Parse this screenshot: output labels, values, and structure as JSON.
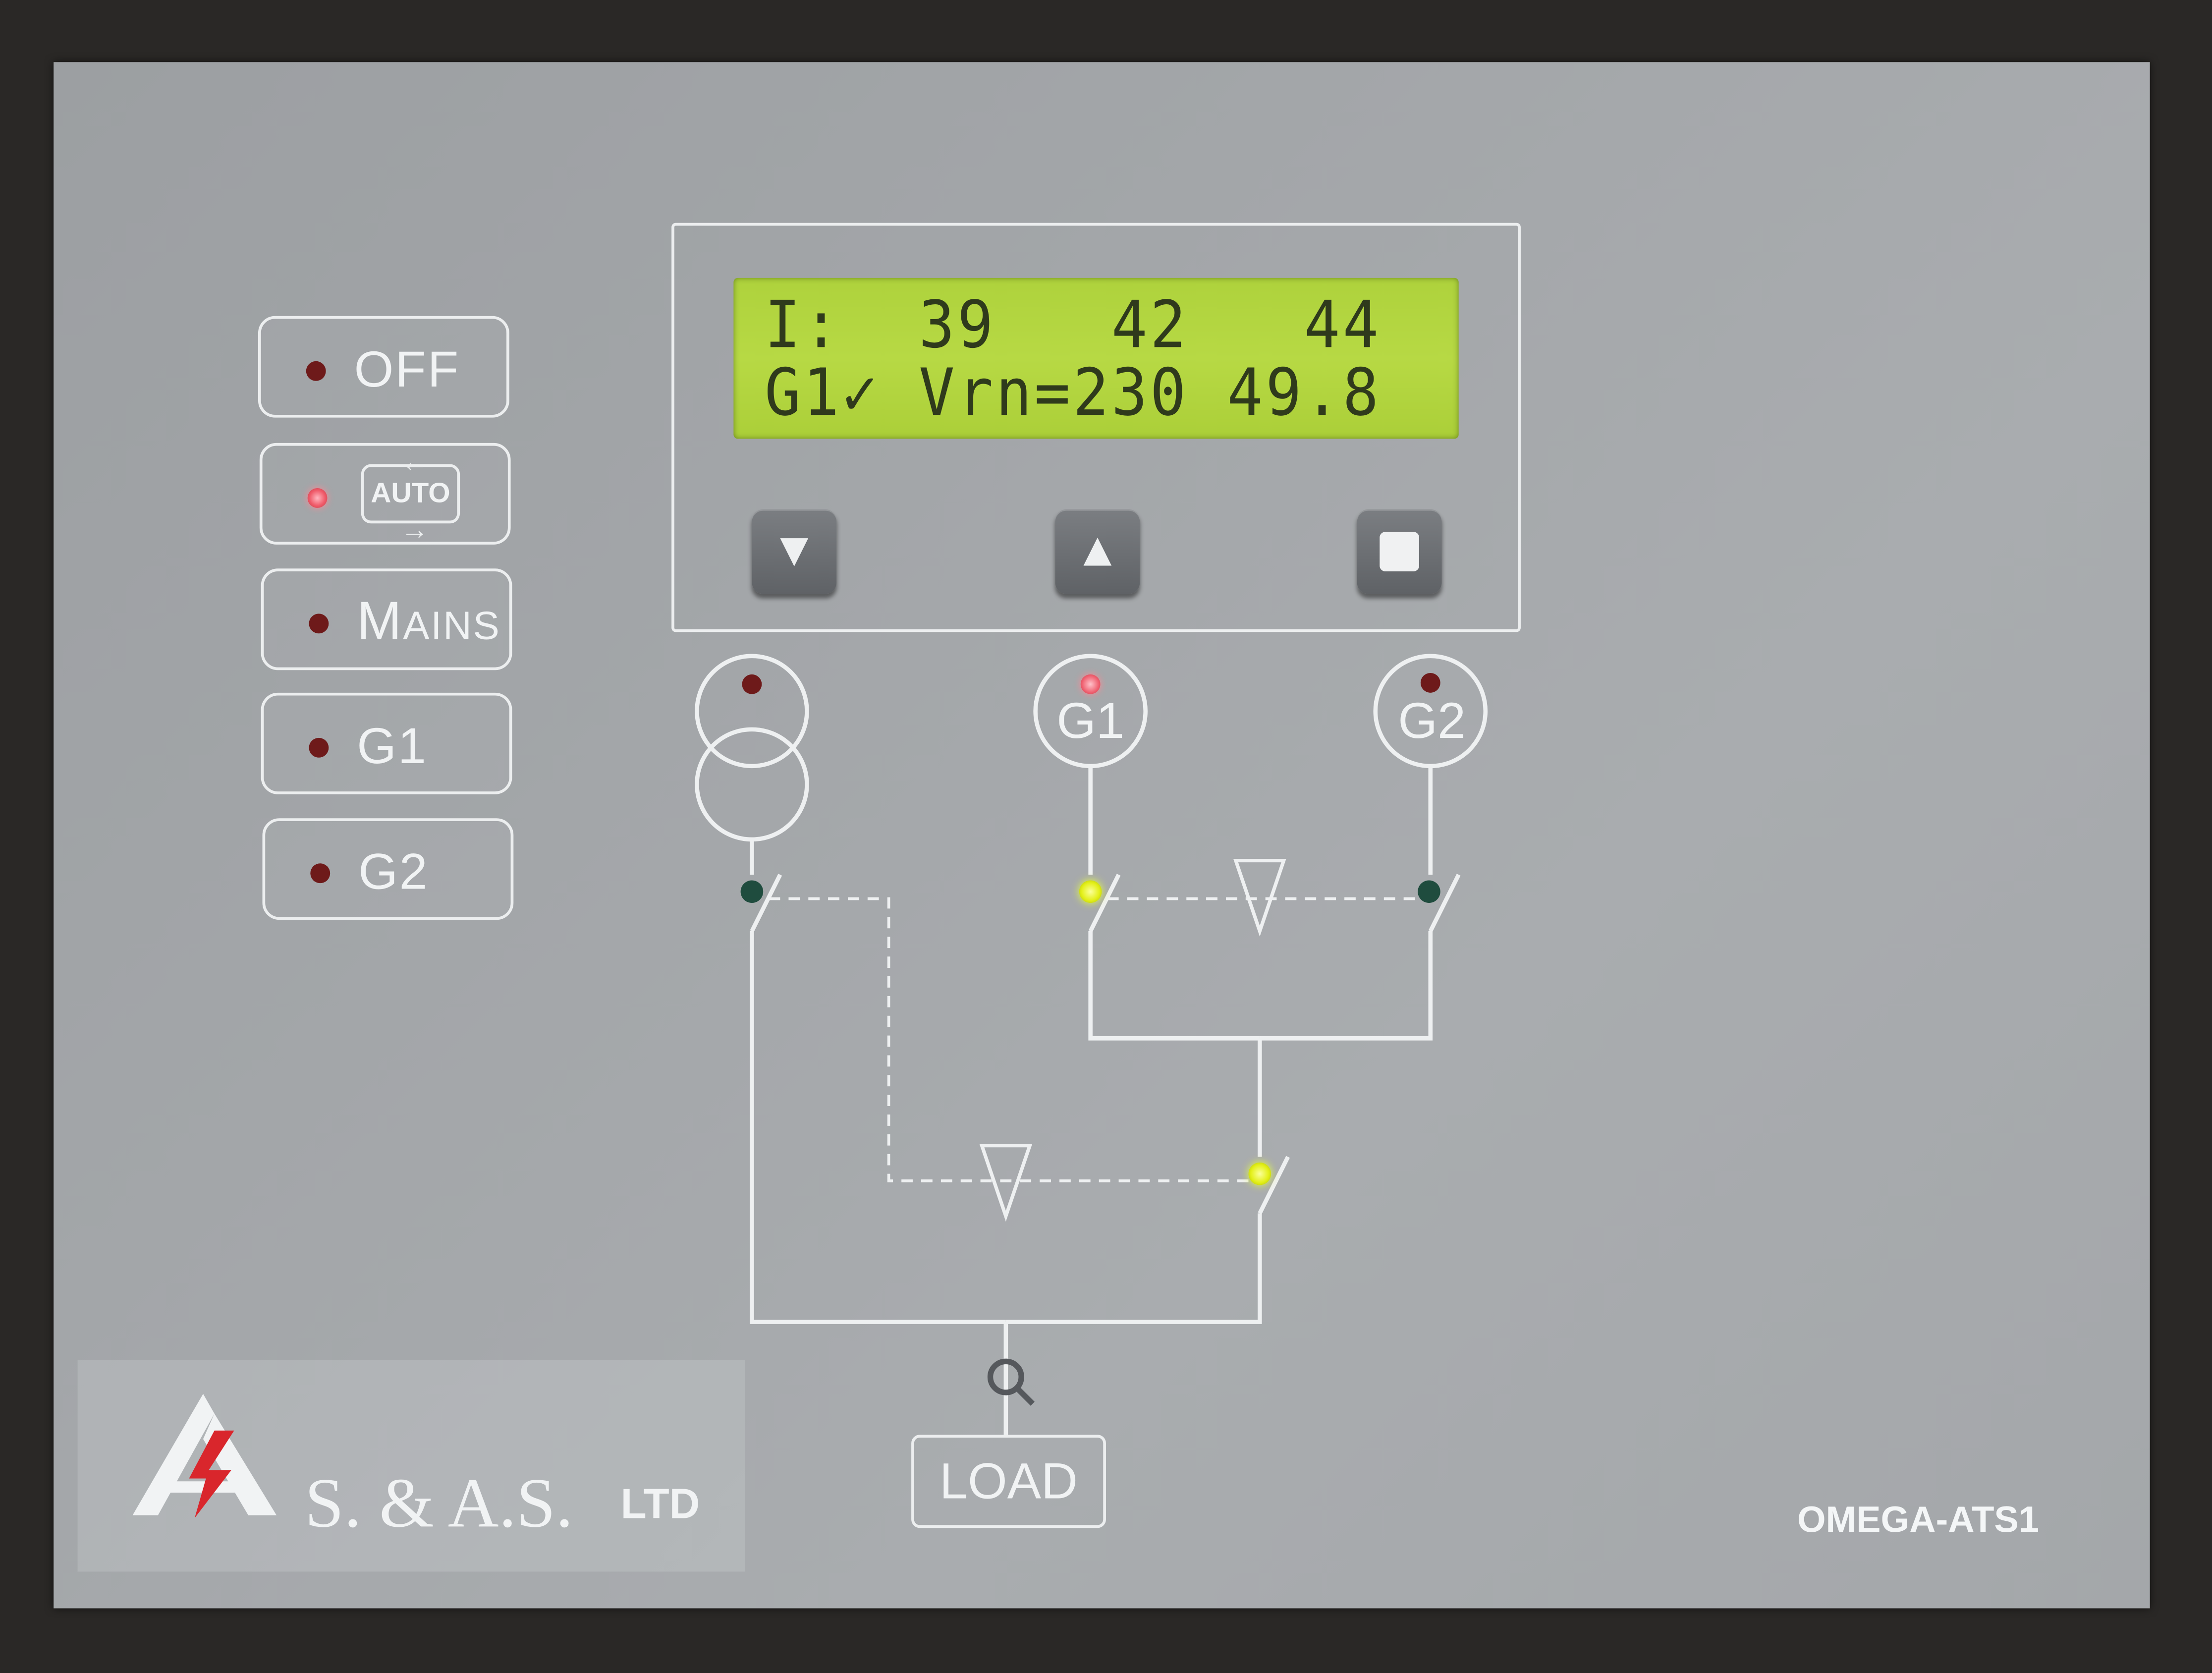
{
  "mode_buttons": [
    {
      "id": "off",
      "label": "OFF",
      "led": "dark"
    },
    {
      "id": "auto",
      "label": "AUTO",
      "led": "lit"
    },
    {
      "id": "mains",
      "label_initial": "M",
      "label_rest": "AINS",
      "led": "dark"
    },
    {
      "id": "g1",
      "label": "G1",
      "led": "dark"
    },
    {
      "id": "g2",
      "label": "G2",
      "led": "dark"
    }
  ],
  "lcd": {
    "line1": "I:  39   42   44",
    "line2": "G1✓ Vrn=230 49.8",
    "color": "#b4d640"
  },
  "keys": {
    "down": "▼",
    "up": "▲",
    "stop_icon": "stop-square"
  },
  "sources": {
    "mains": {
      "indicator": "dark-red",
      "icon": "transformer-icon"
    },
    "g1": {
      "label": "G1",
      "indicator": "lit-red"
    },
    "g2": {
      "label": "G2",
      "indicator": "dark-red"
    }
  },
  "switch_indicators": {
    "mains": "green-off",
    "g1": "yellow-on",
    "g2": "green-off",
    "gen_bus": "yellow-on"
  },
  "load": {
    "label": "LOAD"
  },
  "branding": {
    "company": "S. & A.S.",
    "suffix": "LTD",
    "model": "OMEGA-ATS1",
    "logo_accent": "#d9262c"
  }
}
